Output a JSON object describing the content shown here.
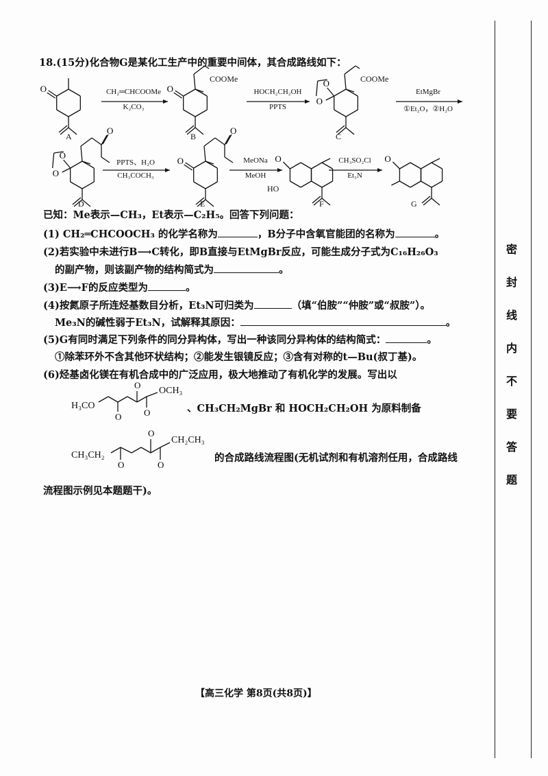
{
  "question": {
    "header": "18.(15分)化合物G是某化工生产中的重要中间体，其合成路线如下：",
    "scheme": {
      "labels": [
        "A",
        "B",
        "C",
        "D",
        "E",
        "F",
        "G"
      ],
      "substituent_B": "COOMe",
      "substituent_C": "COOMe",
      "arrows": [
        {
          "top": "CH₂═CHCOOMe",
          "bottom": "K₂CO₃"
        },
        {
          "top": "HOCH₂CH₂OH",
          "bottom": "PPTS"
        },
        {
          "top": "EtMgBr",
          "bottom": "①Et₂O，②H₂O"
        },
        {
          "top": "PPTS、H₂O",
          "bottom": "CH₃COCH₃"
        },
        {
          "top": "MeONa",
          "bottom": "MeOH"
        },
        {
          "top": "CH₃SO₂Cl",
          "bottom": "Et₃N"
        }
      ],
      "atom_O": "O",
      "atom_HO": "HO"
    },
    "known": "已知：Me表示—CH₃，Et表示—C₂H₅。回答下列问题：",
    "q1a": "(1) CH₂═CHCOOCH₃ 的化学名称为",
    "q1b": "，B分子中含氧官能团的名称为",
    "q1c": "。",
    "q2a": "(2)若实验中未进行B⟶C转化，即B直接与EtMgBr反应，可能生成分子式为C₁₆H₂₆O₃",
    "q2b": "的副产物，则该副产物的结构简式为",
    "q2c": "。",
    "q3a": "(3)E⟶F的反应类型为",
    "q3b": "。",
    "q4a": "(4)按氮原子所连烃基数目分析，Et₃N可归类为",
    "q4b": "（填“伯胺”“仲胺”或“叔胺”）。",
    "q4c": "Me₃N的碱性弱于Et₃N，试解释其原因：",
    "q4d": "。",
    "q5a": "(5)G有同时满足下列条件的同分异构体，写出一种该同分异构体的结构简式：",
    "q5b": "。",
    "q5c": "①除苯环外不含其他环状结构；②能发生银镜反应；③含有对称的t—Bu(叔丁基)。",
    "q6a": "(6)烃基卤化镁在有机合成中的广泛应用，极大地推动了有机化学的发展。写出以",
    "q6_m1_left": "H₃CO",
    "q6_m1_right": "OCH₃",
    "q6b": "、CH₃CH₂MgBr  和  HOCH₂CH₂OH  为原料制备",
    "q6_m2_left": "CH₃CH₂",
    "q6_m2_right": "CH₂CH₃",
    "q6c": "的合成路线流程图(无机试剂和有机溶剂任用，合成路线",
    "q6d": "流程图示例见本题题干)。"
  },
  "margin_text": [
    "密",
    "封",
    "线",
    "内",
    "不",
    "要",
    "答",
    "题"
  ],
  "footer": "【高三化学  第8页(共8页)】"
}
